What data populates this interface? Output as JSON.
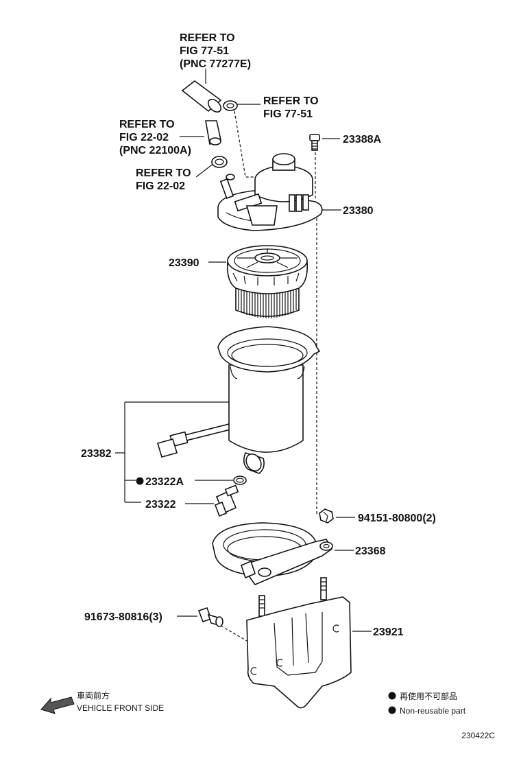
{
  "refs": {
    "hose_upper": [
      "REFER TO",
      "FIG 77-51",
      "(PNC 77277E)"
    ],
    "clamp_upper": [
      "REFER TO",
      "FIG 77-51"
    ],
    "hose_lower": [
      "REFER TO",
      "FIG 22-02",
      "(PNC 22100A)"
    ],
    "clamp_lower": [
      "REFER TO",
      "FIG 22-02"
    ]
  },
  "parts": {
    "bolt": "23388A",
    "cap": "23380",
    "element": "23390",
    "case": "23382",
    "oring": "23322A",
    "sensor": "23322",
    "nut": "94151-80800(2)",
    "bracket_ring": "23368",
    "stud_bolt": "91673-80816(3)",
    "bracket": "23921"
  },
  "legend": {
    "reusable_jp": "再使用不可部品",
    "reusable_en": "Non-reusable part"
  },
  "front": {
    "jp": "車両前方",
    "en": "VEHICLE FRONT SIDE"
  },
  "figure_id": "230422C"
}
